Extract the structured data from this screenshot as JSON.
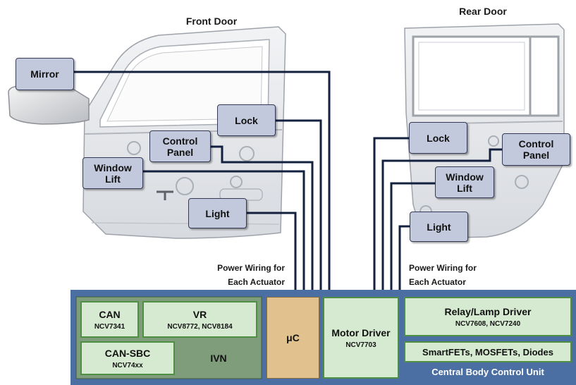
{
  "front_door": {
    "title": "Front Door",
    "labels": {
      "mirror": "Mirror",
      "lock": "Lock",
      "control_panel_1": "Control",
      "control_panel_2": "Panel",
      "window_lift_1": "Window",
      "window_lift_2": "Lift",
      "light": "Light"
    },
    "power_wiring_1": "Power Wiring for",
    "power_wiring_2": "Each Actuator"
  },
  "rear_door": {
    "title": "Rear Door",
    "labels": {
      "lock": "Lock",
      "control_panel_1": "Control",
      "control_panel_2": "Panel",
      "window_lift_1": "Window",
      "window_lift_2": "Lift",
      "light": "Light"
    },
    "power_wiring_1": "Power Wiring for",
    "power_wiring_2": "Each Actuator"
  },
  "cbcu": {
    "title": "Central Body Control Unit",
    "can": {
      "name": "CAN",
      "part": "NCV7341"
    },
    "vr": {
      "name": "VR",
      "part": "NCV8772, NCV8184"
    },
    "can_sbc": {
      "name": "CAN-SBC",
      "part": "NCV74xx"
    },
    "ivn": {
      "name": "IVN"
    },
    "uc": {
      "name": "μC"
    },
    "motor_driver": {
      "name": "Motor Driver",
      "part": "NCV7703"
    },
    "relay": {
      "name": "Relay/Lamp Driver",
      "part": "NCV7608, NCV7240"
    },
    "smartfets": {
      "name": "SmartFETs, MOSFETs, Diodes"
    }
  },
  "colors": {
    "label_fill": "#c3c9dc",
    "label_border": "#343a55",
    "wire": "#13213f",
    "cbcu_fill": "#4b6fa3",
    "ivn_fill": "#7f9c7b",
    "uc_fill": "#e1c28f",
    "block_green": "#d5ead0"
  }
}
